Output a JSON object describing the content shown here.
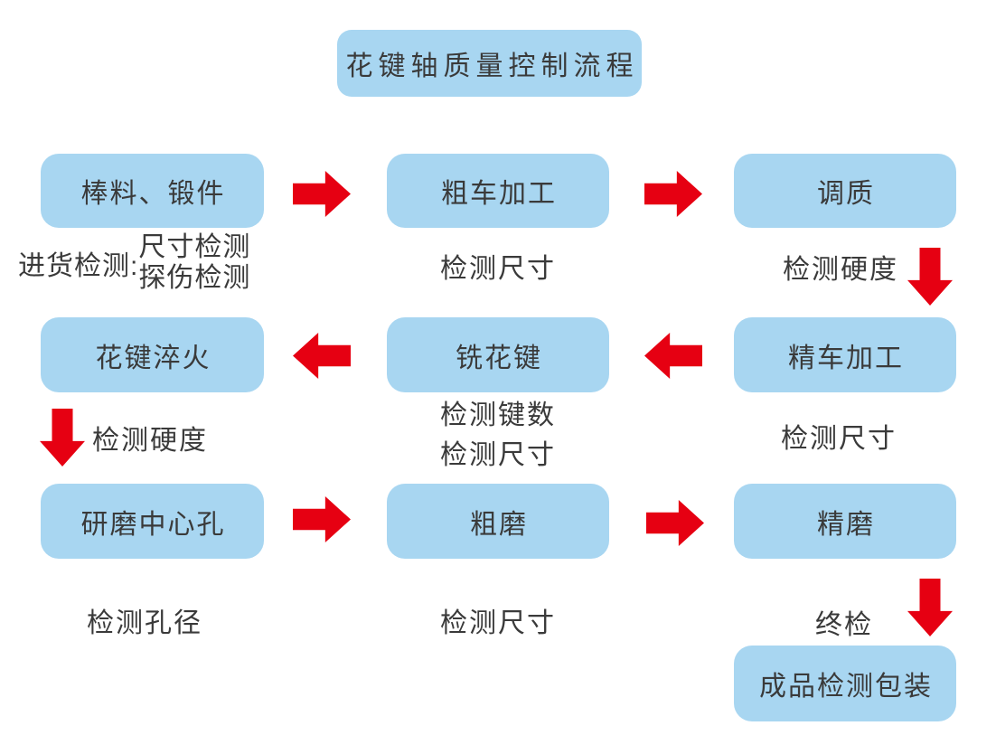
{
  "palette": {
    "box_bg": "#a8d6f1",
    "arrow_red": "#e60012",
    "text": "#3a3a3a",
    "background": "#ffffff"
  },
  "title": "花键轴质量控制流程",
  "boxes": {
    "raw_material": "棒料、锻件",
    "rough_turning": "粗车加工",
    "tempering": "调质",
    "spline_quenching": "花键淬火",
    "spline_milling": "铣花键",
    "fine_turning": "精车加工",
    "center_hole_grinding": "研磨中心孔",
    "rough_grinding": "粗磨",
    "fine_grinding": "精磨",
    "final_packaging": "成品检测包装"
  },
  "annotations": {
    "incoming_label": "进货检测:",
    "incoming_line1": "尺寸检测",
    "incoming_line2": "探伤检测",
    "rough_turning": "检测尺寸",
    "tempering": "检测硬度",
    "spline_quenching": "检测硬度",
    "spline_milling_line1": "检测键数",
    "spline_milling_line2": "检测尺寸",
    "fine_turning": "检测尺寸",
    "center_hole_grinding": "检测孔径",
    "rough_grinding": "检测尺寸",
    "fine_grinding": "终检"
  }
}
